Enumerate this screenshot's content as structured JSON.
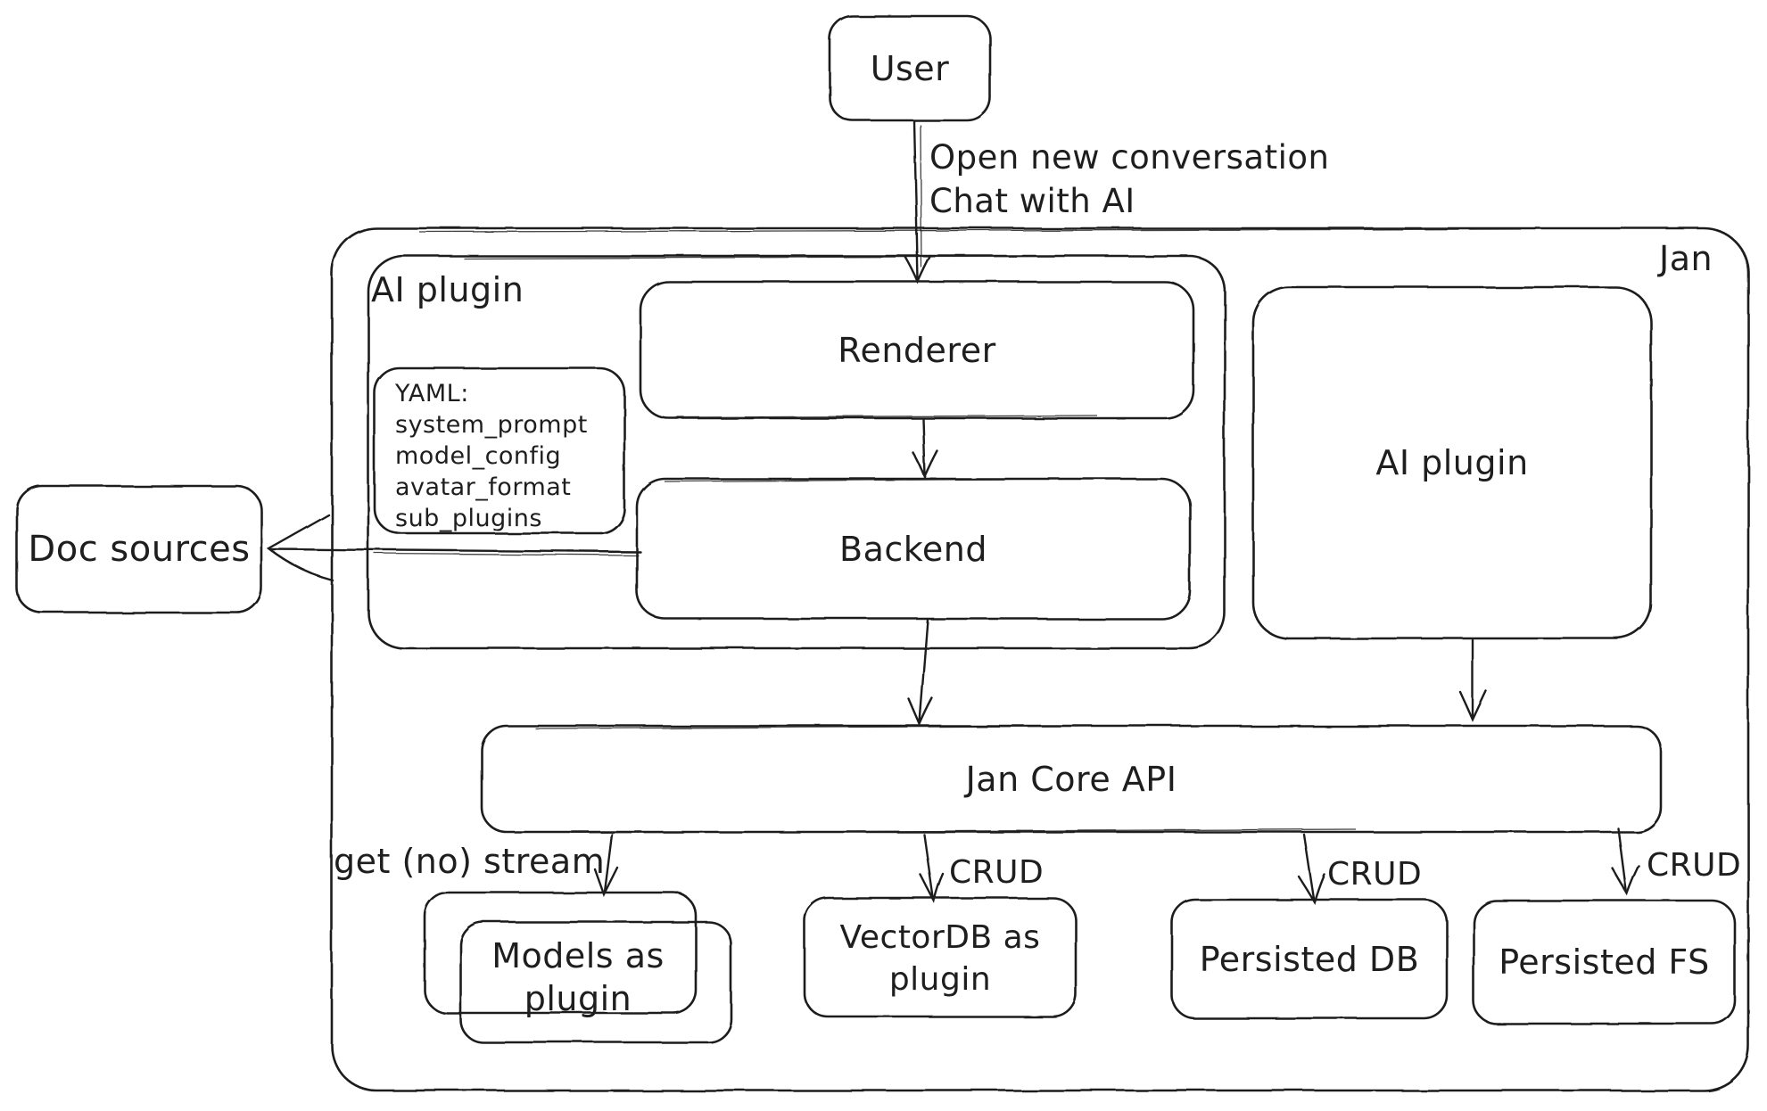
{
  "diagram": {
    "background": "#ffffff",
    "stroke_color": "#1e1e1e",
    "containers": {
      "jan": {
        "label": "Jan"
      },
      "ai_plugin_group": {
        "label": "AI plugin"
      }
    },
    "nodes": {
      "user": {
        "label": "User"
      },
      "renderer": {
        "label": "Renderer"
      },
      "backend": {
        "label": "Backend"
      },
      "ai_plugin": {
        "label": "AI plugin"
      },
      "doc_sources": {
        "label": "Doc sources"
      },
      "jan_core_api": {
        "label": "Jan Core API"
      },
      "models_as_plugin": {
        "label": "Models as plugin"
      },
      "vectordb_as_plugin": {
        "label": "VectorDB as plugin"
      },
      "persisted_db": {
        "label": "Persisted DB"
      },
      "persisted_fs": {
        "label": "Persisted FS"
      }
    },
    "yaml_note": {
      "lines": [
        "YAML:",
        "system_prompt",
        "model_config",
        "avatar_format",
        "sub_plugins"
      ]
    },
    "edge_labels": {
      "user_flow_line1": "Open new conversation",
      "user_flow_line2": "Chat with AI",
      "get_no_stream": "get (no) stream",
      "crud_vectordb": "CRUD",
      "crud_persisted_db": "CRUD",
      "crud_persisted_fs": "CRUD"
    }
  }
}
